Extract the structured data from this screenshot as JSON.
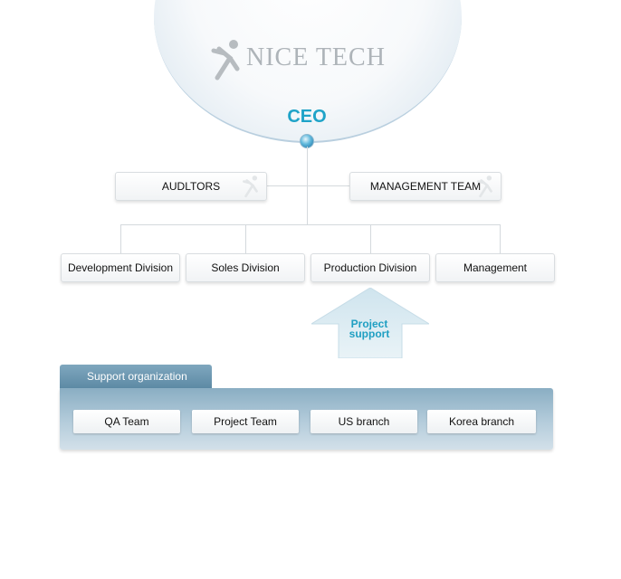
{
  "logo": {
    "text": "NICE TECH"
  },
  "ceo": {
    "label": "CEO"
  },
  "top_units": [
    "AUDLTORS",
    "MANAGEMENT TEAM"
  ],
  "divisions": [
    "Development Division",
    "Soles Division",
    "Production Division",
    "Management"
  ],
  "project_support": {
    "line1": "Project",
    "line2": "support"
  },
  "support_org": {
    "title": "Support organization",
    "units": [
      "QA Team",
      "Project Team",
      "US branch",
      "Korea branch"
    ]
  },
  "colors": {
    "accent": "#1fa3c8",
    "panel": "#8aaec3",
    "logo_gray": "#aeb4b9"
  },
  "icons": {
    "logo_mark": "running-figure-icon",
    "ceo_node": "node-dot-icon",
    "arrow": "up-arrow-icon"
  }
}
